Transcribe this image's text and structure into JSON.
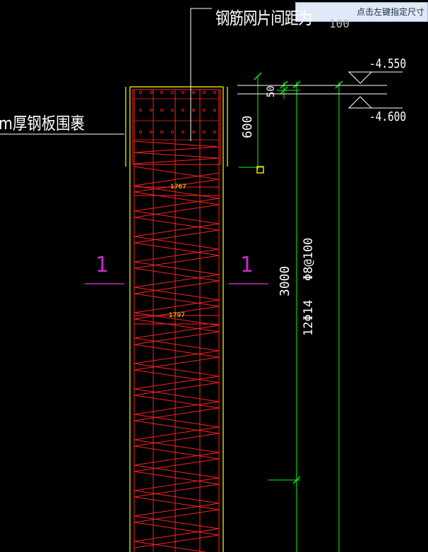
{
  "tooltip": {
    "text": "点击左键指定尺寸"
  },
  "annotations": {
    "mesh_spacing_label": "钢筋网片间距为",
    "mesh_spacing_value": "100",
    "wrap_label": "m厚钢板围裹",
    "elevation_top": "-4.550",
    "elevation_bottom": "-4.600",
    "section_mark_left": "1",
    "section_mark_right": "1",
    "dim_50": "50",
    "dim_600": "600",
    "dim_3000": "3000",
    "stirrup_spec": "Φ8@100",
    "main_bar_spec": "12Φ14",
    "small_label_1": "1767",
    "small_label_2": "1797"
  },
  "colors": {
    "background": "#000000",
    "rebar": "#ff2020",
    "outline": "#ffff00",
    "dimension": "#00ff00",
    "leader": "#ffffff",
    "section": "#c82cc8",
    "grip": "#ffd700"
  }
}
